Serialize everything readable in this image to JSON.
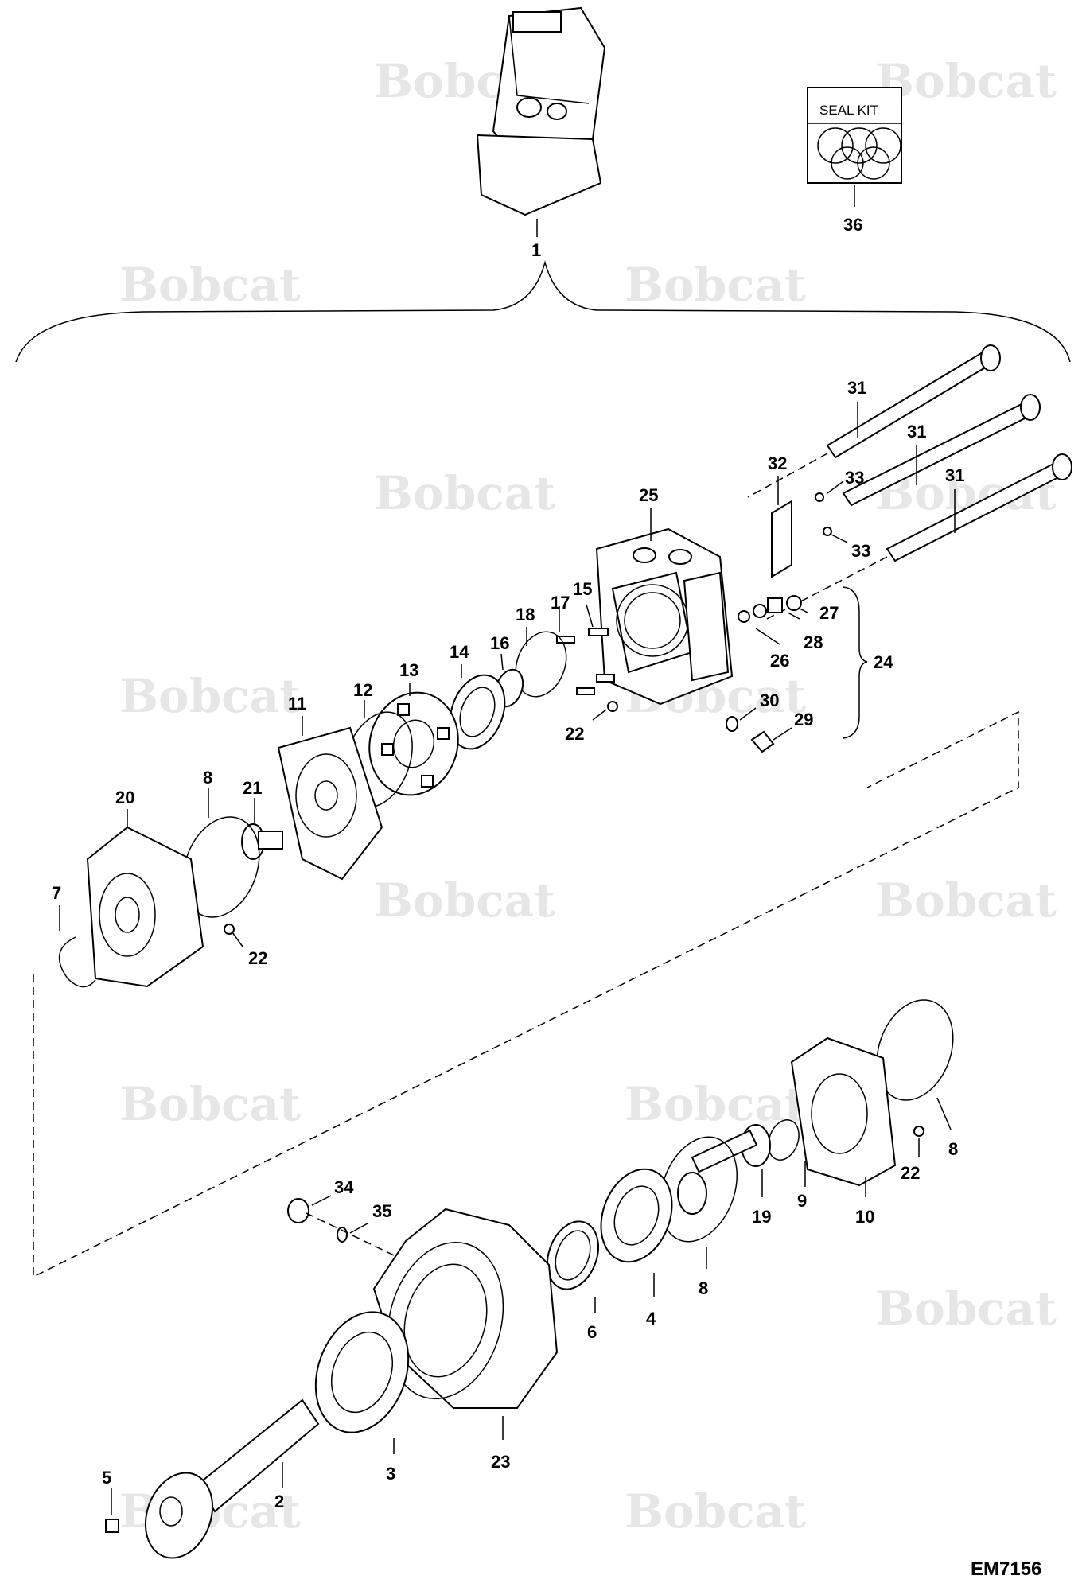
{
  "watermark": {
    "brand": "Bobcat"
  },
  "figure_code": "EM7156",
  "seal_kit": {
    "label": "SEAL KIT",
    "callout": "36"
  },
  "callouts": {
    "c1": "1",
    "c2": "2",
    "c3": "3",
    "c4": "4",
    "c5": "5",
    "c6": "6",
    "c7": "7",
    "c8a": "8",
    "c8b": "8",
    "c8c": "8",
    "c9": "9",
    "c10": "10",
    "c11": "11",
    "c12": "12",
    "c13": "13",
    "c14": "14",
    "c15": "15",
    "c16": "16",
    "c17": "17",
    "c18": "18",
    "c19": "19",
    "c20": "20",
    "c21": "21",
    "c22a": "22",
    "c22b": "22",
    "c22c": "22",
    "c23": "23",
    "c24": "24",
    "c25": "25",
    "c26": "26",
    "c27": "27",
    "c28": "28",
    "c29": "29",
    "c30": "30",
    "c31a": "31",
    "c31b": "31",
    "c31c": "31",
    "c32": "32",
    "c33a": "33",
    "c33b": "33",
    "c34": "34",
    "c35": "35"
  },
  "colors": {
    "line": "#000000",
    "watermark": "#e6e6e6",
    "background": "#ffffff"
  }
}
